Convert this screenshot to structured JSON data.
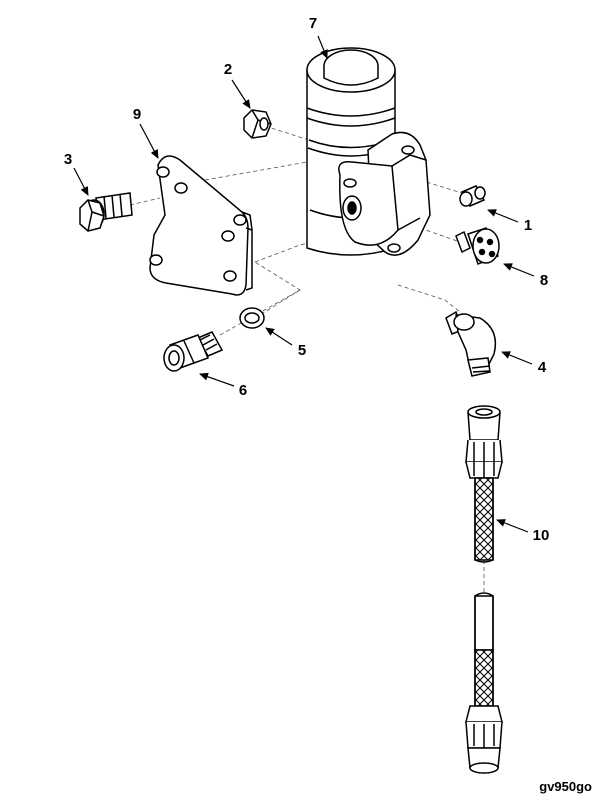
{
  "figure_id": "gv950go",
  "callouts": {
    "c1": "1",
    "c2": "2",
    "c3": "3",
    "c4": "4",
    "c5": "5",
    "c6": "6",
    "c7": "7",
    "c8": "8",
    "c9": "9",
    "c10": "10"
  }
}
